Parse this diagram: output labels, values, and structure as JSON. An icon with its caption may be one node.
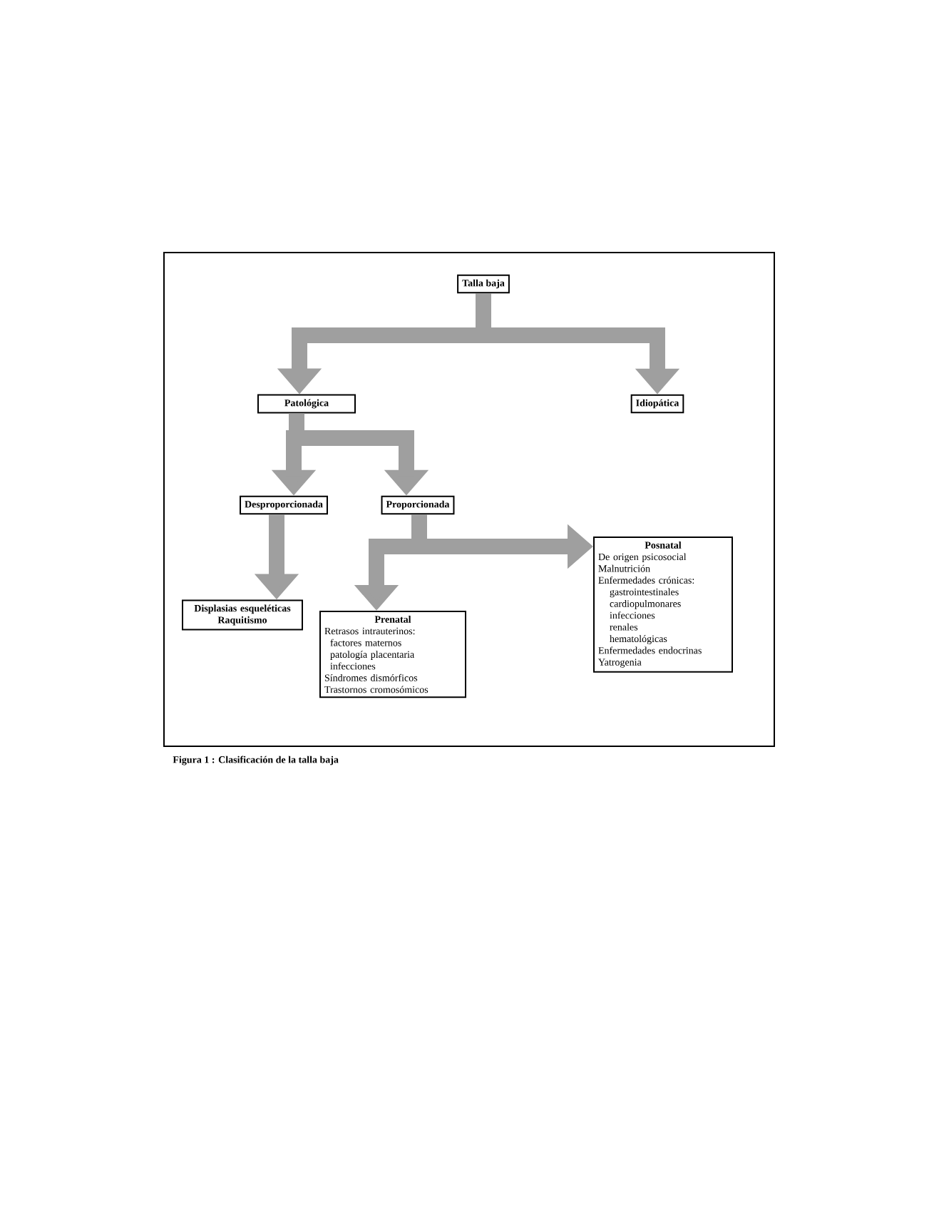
{
  "diagram": {
    "caption": "Figura 1 : Clasificación de la talla baja",
    "nodes": [
      {
        "text": [
          "Talla baja"
        ]
      },
      {
        "text": [
          "Patológica"
        ]
      },
      {
        "text": [
          "Idiopática"
        ]
      },
      {
        "text": [
          "Desproporcionada"
        ]
      },
      {
        "text": [
          "Proporcionada"
        ]
      },
      {
        "text": [
          "Displasias esqueléticas",
          "Raquitismo"
        ]
      },
      {
        "text": [
          "Prenatal",
          "Retrasos intrauterinos:",
          "factores maternos",
          "patología placentaria",
          "infecciones",
          "Síndromes dismórficos",
          "Trastornos cromosómicos"
        ]
      },
      {
        "text": [
          "Posnatal",
          "De origen psicosocial",
          "Malnutrición",
          "Enfermedades crónicas:",
          "gastrointestinales",
          "cardiopulmonares",
          "infecciones",
          "renales",
          "hematológicas",
          "Enfermedades endocrinas",
          "Yatrogenia"
        ]
      }
    ],
    "edges": [
      {
        "from": 0,
        "to": 1,
        "arrow": "to"
      },
      {
        "from": 0,
        "to": 2,
        "arrow": "to"
      },
      {
        "from": 1,
        "to": 3,
        "arrow": "to"
      },
      {
        "from": 1,
        "to": 4,
        "arrow": "to"
      },
      {
        "from": 3,
        "to": 5,
        "arrow": "to"
      },
      {
        "from": 4,
        "to": 6,
        "arrow": "to"
      },
      {
        "from": 4,
        "to": 7,
        "arrow": "to"
      }
    ]
  }
}
